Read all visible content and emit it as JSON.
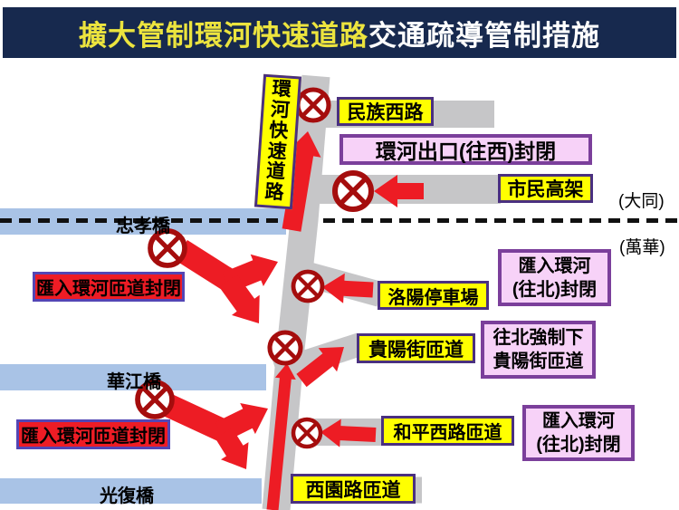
{
  "title": {
    "part_yellow": "擴大管制環河快速道路",
    "part_white": "交通疏導管制措施"
  },
  "map": {
    "expressway_label": "環河快速道路",
    "bridges": {
      "zhongxiao": "忠孝橋",
      "huajiang": "華江橋",
      "guangfu": "光復橋"
    },
    "districts": {
      "datong": "(大同)",
      "wanhua": "(萬華)"
    },
    "yellow_signs": {
      "minzu_west_rd": "民族西路",
      "shimin_elevated": "市民高架",
      "luoyang_parking": "洛陽停車場",
      "guiyang_ramp": "貴陽街匝道",
      "heping_west_ramp": "和平西路匝道",
      "xiyuan_ramp": "西園路匝道"
    },
    "pink_signs": {
      "huanhe_exit_closed": "環河出口(往西)封閉",
      "merge_north_closed_upper": {
        "line1": "匯入環河",
        "line2": "(往北)封閉"
      },
      "forced_exit_guiyang": {
        "line1": "往北強制下",
        "line2": "貴陽街匝道"
      },
      "merge_north_closed_lower": {
        "line1": "匯入環河",
        "line2": "(往北)封閉"
      }
    },
    "red_signs": {
      "merge_ramp_closed_upper": "匯入環河匝道封閉",
      "merge_ramp_closed_lower": "匯入環河匝道封閉"
    }
  },
  "colors": {
    "title_bg": "#17294e",
    "title_yellow": "#ece43e",
    "sign_yellow": "#ffff00",
    "yellow_border": "#4a3080",
    "sign_pink": "#f7d2f8",
    "pink_border": "#7b3f9b",
    "red_sign_bg": "#ee1c25",
    "red_sign_border": "#5346b5",
    "bridge_blue": "#a9c3e6",
    "road_gray": "#c6c6c8",
    "arrow_red": "#ed1c24",
    "prohibit_red": "#a50d0d",
    "dash_black": "#111111"
  }
}
